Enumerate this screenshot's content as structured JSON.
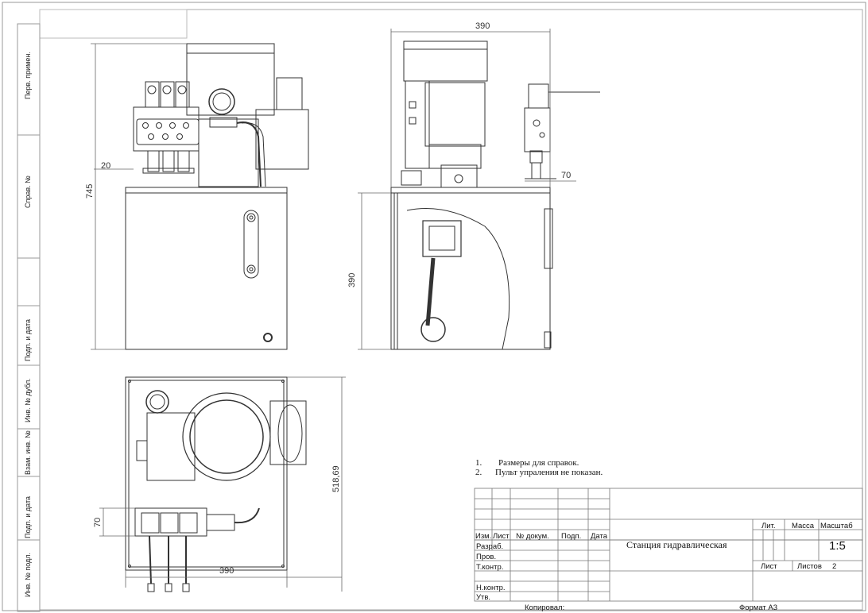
{
  "dimensions": {
    "top_width": "390",
    "height_total": "745",
    "offset_left": "20",
    "offset_right": "70",
    "tank_height": "390",
    "plan_depth": "518,69",
    "plan_offset": "70",
    "plan_width": "390"
  },
  "side_stamps": [
    "Перв. примен.",
    "Справ. №",
    "Подп. и дата",
    "Инв. № дубл.",
    "Взам. инв. №",
    "Подп. и дата",
    "Инв. № подл."
  ],
  "notes": [
    "1.",
    "Размеры для справок.",
    "2.",
    "Пульт упраления не показан."
  ],
  "title_block": {
    "headers": [
      "Изм.",
      "Лист",
      "№ докум.",
      "Подп.",
      "Дата"
    ],
    "roles": [
      "Разраб.",
      "Пров.",
      "Т.контр.",
      "Н.контр.",
      "Утв."
    ],
    "title": "Станция гидравлическая",
    "lit_label": "Лит.",
    "mass_label": "Масса",
    "scale_label": "Масштаб",
    "scale_value": "1:5",
    "sheet_label": "Лист",
    "sheets_label": "Листов",
    "sheets_value": "2",
    "copied_label": "Копировал:",
    "format_label": "Формат А3"
  }
}
